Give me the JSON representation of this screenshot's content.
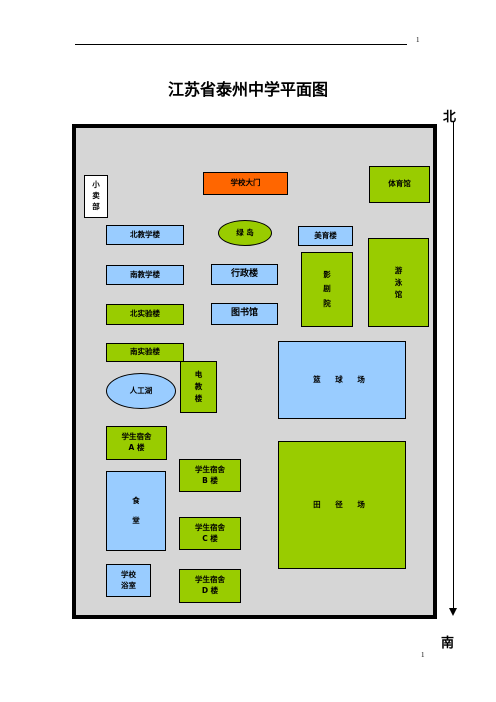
{
  "header": {
    "page_num_top": "1",
    "page_num_bottom": "1"
  },
  "title": "江苏省泰州中学平面图",
  "directions": {
    "north": "北",
    "south": "南"
  },
  "buildings": {
    "store": "小卖部",
    "gate": "学校大门",
    "gym": "体育馆",
    "north_teaching": "北教学楼",
    "green_island": "绿 岛",
    "art_building": "美育楼",
    "cinema": "影剧院",
    "pool": "游泳馆",
    "south_teaching": "南教学楼",
    "admin": "行政楼",
    "north_lab": "北实验楼",
    "library": "图书馆",
    "south_lab": "南实验楼",
    "electric": "电教楼",
    "lake": "人工湖",
    "basketball": "篮 球 场",
    "dorm_a": "学生宿舍\nA 楼",
    "dorm_b": "学生宿舍\nB 楼",
    "canteen": "食\n\n堂",
    "dorm_c": "学生宿舍\nC 楼",
    "track": "田 径 场",
    "bath": "学校\n浴室",
    "dorm_d": "学生宿舍\nD 楼"
  },
  "colors": {
    "green": "#99cc00",
    "blue": "#99ccff",
    "orange": "#ff6600",
    "ground": "#d6d6d6"
  }
}
